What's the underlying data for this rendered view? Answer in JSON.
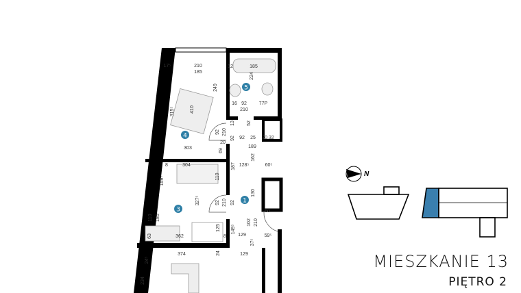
{
  "apartment": {
    "title": "MIESZKANIE 13",
    "floor": "PIĘTRO 2"
  },
  "compass": {
    "north_label": "N",
    "icon": "compass-arrow-icon"
  },
  "colors": {
    "room_marker": "#2e7fa6",
    "highlight": "#3a7fae",
    "wall": "#000000"
  },
  "rooms": [
    {
      "number": "1"
    },
    {
      "number": "3"
    },
    {
      "number": "4"
    },
    {
      "number": "5"
    }
  ],
  "dimensions": [
    "17⁵",
    "210",
    "185",
    "12",
    "185",
    "249",
    "410",
    "315⁵",
    "224",
    "16",
    "92",
    "210",
    "77P",
    "13",
    "52",
    "92",
    "210",
    "20",
    "92",
    "92",
    "25",
    "20,32",
    "303",
    "69",
    "189",
    "162",
    "187",
    "128⁵",
    "60⁵",
    "304",
    "8",
    "110",
    "159⁵",
    "327⁵",
    "92",
    "210",
    "92",
    "130",
    "60",
    "102",
    "210",
    "110",
    "185",
    "63",
    "362",
    "125",
    "8",
    "149⁵",
    "129",
    "59⁵",
    "37⁵",
    "374",
    "24",
    "129",
    "24⁵",
    "234"
  ]
}
